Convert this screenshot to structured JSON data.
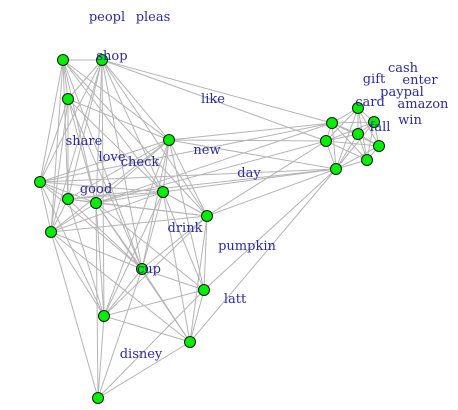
{
  "colors": {
    "node_fill": "#00ee00",
    "node_stroke": "#1a1a1a",
    "edge": "#b4b4b4",
    "label": "#2b2b9a",
    "background": "#ffffff"
  },
  "words": [
    "peopl",
    "pleas",
    "shop",
    "like",
    "cash",
    "gift",
    "enter",
    "paypal",
    "card",
    "amazon",
    "fall",
    "win",
    "share",
    "new",
    "love",
    "check",
    "day",
    "good",
    "drink",
    "pumpkin",
    "cup",
    "latt",
    "disney"
  ]
}
